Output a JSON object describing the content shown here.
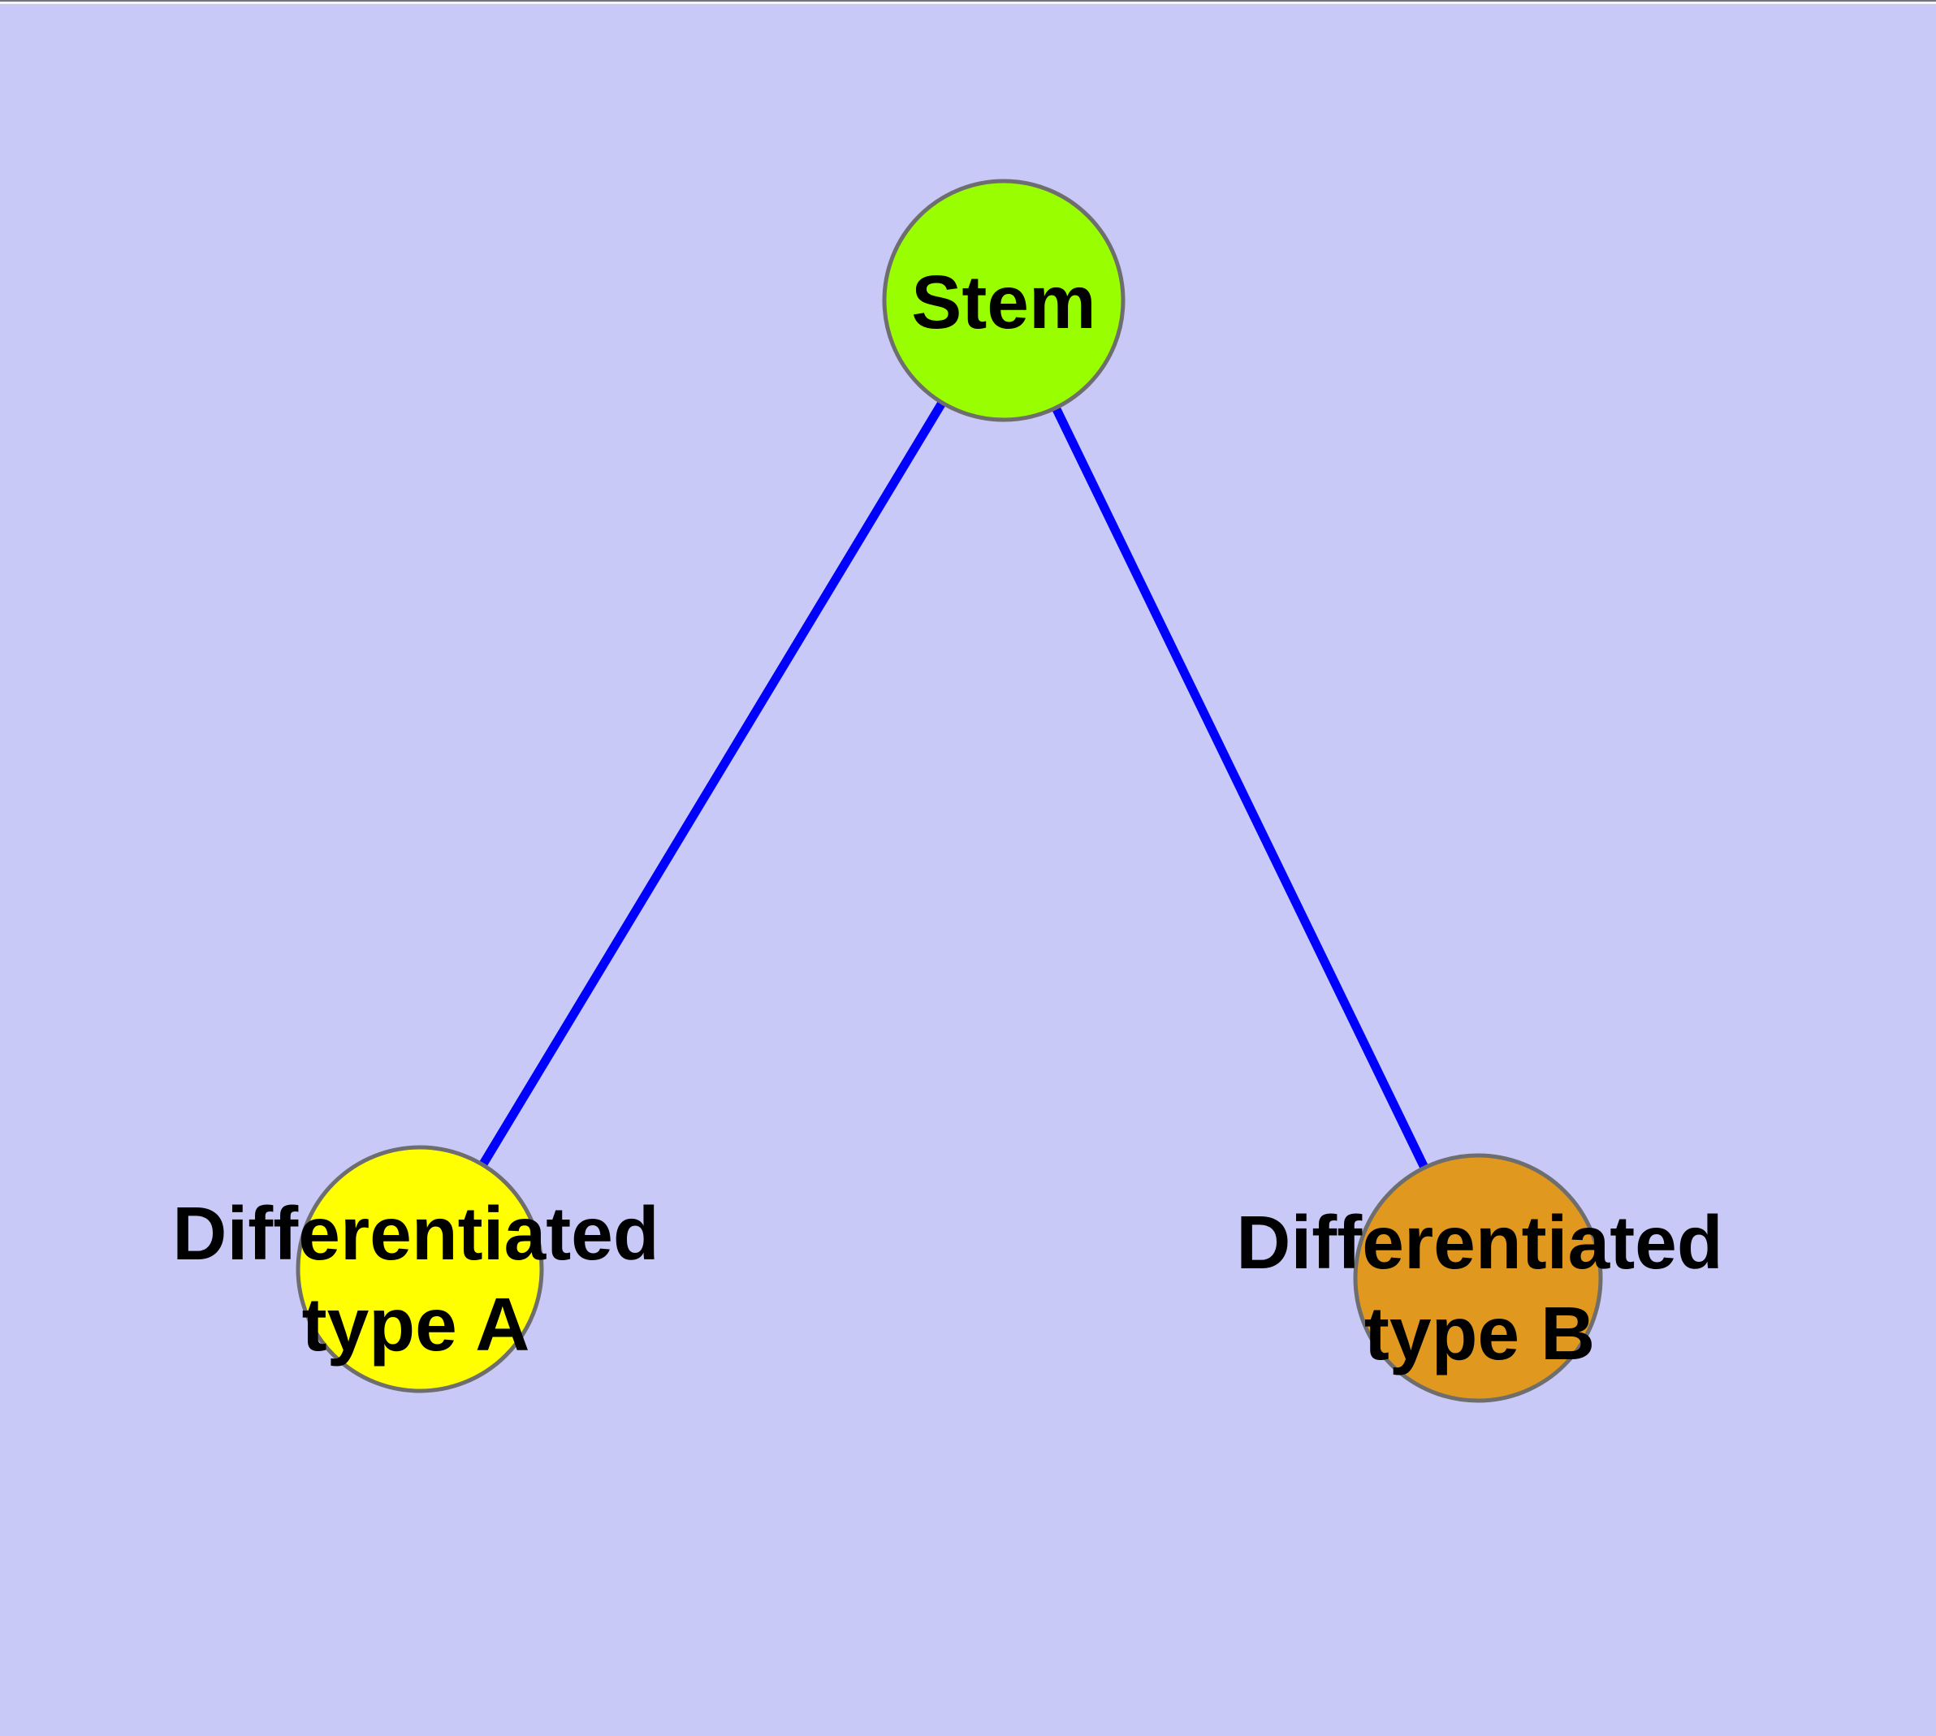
{
  "canvas": {
    "background_color": "#C9C9F8"
  },
  "diagram": {
    "type": "node-link-graph",
    "title": "",
    "nodes": {
      "stem": {
        "label": "Stem",
        "fill": "#99FF00",
        "stroke": "#6E6E6E"
      },
      "type_a": {
        "label": "Differentiated type A",
        "label_lines": [
          "Differentiated",
          "type A"
        ],
        "fill": "#FFFF00",
        "stroke": "#6E6E6E"
      },
      "type_b": {
        "label": "Differentiated type B",
        "label_lines": [
          "Differentiated",
          "type B"
        ],
        "fill": "#E0981E",
        "stroke": "#6E6E6E"
      }
    },
    "edges": {
      "stem_to_a": {
        "from": "Stem",
        "to": "Differentiated type A",
        "color": "#0000FF"
      },
      "stem_to_b": {
        "from": "Stem",
        "to": "Differentiated type B",
        "color": "#0000FF"
      }
    },
    "text_color": "#000000"
  }
}
